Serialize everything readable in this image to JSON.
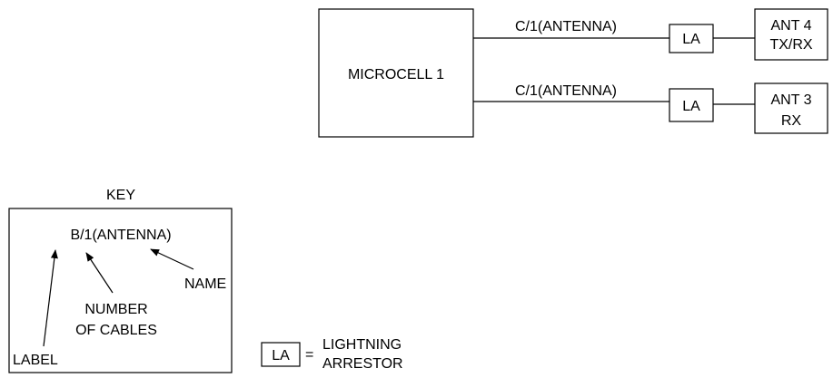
{
  "microcell": {
    "label": "MICROCELL 1"
  },
  "cables": {
    "top": "C/1(ANTENNA)",
    "bottom": "C/1(ANTENNA)"
  },
  "arrestors": {
    "top": "LA",
    "bottom": "LA"
  },
  "antennas": {
    "ant4": {
      "line1": "ANT 4",
      "line2": "TX/RX"
    },
    "ant3": {
      "line1": "ANT 3",
      "line2": "RX"
    }
  },
  "key": {
    "title": "KEY",
    "example": "B/1(ANTENNA)",
    "name": "NAME",
    "number_line1": "NUMBER",
    "number_line2": "OF CABLES",
    "label": "LABEL"
  },
  "legend": {
    "symbol": "LA",
    "equals": "=",
    "meaning_line1": "LIGHTNING",
    "meaning_line2": "ARRESTOR"
  }
}
